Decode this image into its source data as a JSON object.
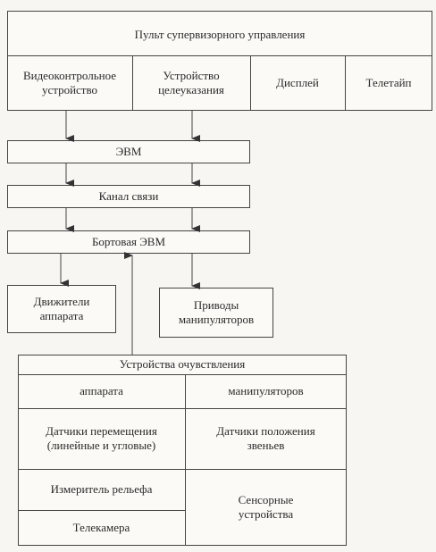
{
  "console": {
    "title": "Пульт супервизорного управления",
    "cells": [
      "Видеоконтрольное устройство",
      "Устройство целеуказания",
      "Дисплей",
      "Телетайп"
    ]
  },
  "evm": "ЭВМ",
  "channel": "Канал связи",
  "onboard": "Бортовая ЭВМ",
  "engines": "Движители аппарата",
  "drives": "Приводы манипуляторов",
  "sensing": {
    "title": "Устройства очувствления",
    "col_left": "аппарата",
    "col_right": "манипуляторов",
    "left_items": [
      "Датчики перемещения (линейные и угловые)",
      "Измеритель рельефа",
      "Телекамера"
    ],
    "right_items": [
      "Датчики положения звеньев",
      "Сенсорные устройства"
    ]
  }
}
